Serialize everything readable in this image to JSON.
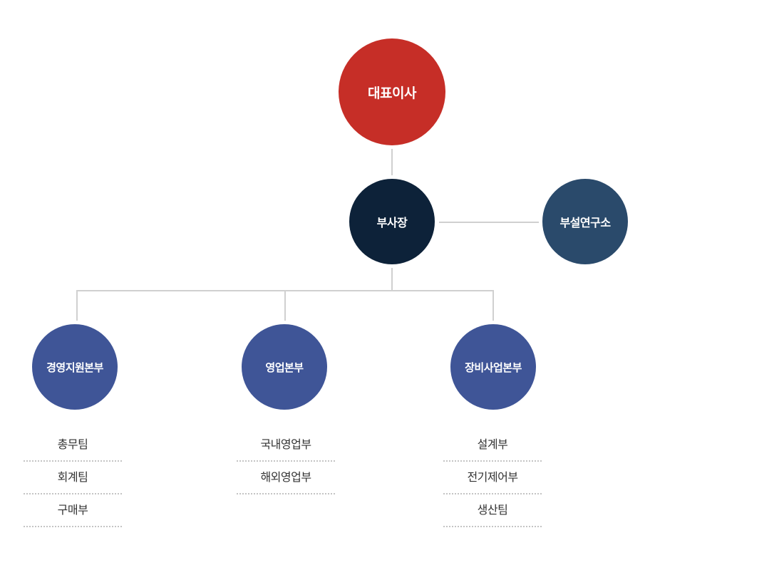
{
  "org": {
    "ceo": "대표이사",
    "vice_president": "부사장",
    "research_lab": "부설연구소",
    "divisions": [
      {
        "name": "경영지원본부",
        "teams": [
          "총무팀",
          "회계팀",
          "구매부"
        ]
      },
      {
        "name": "영업본부",
        "teams": [
          "국내영업부",
          "해외영업부"
        ]
      },
      {
        "name": "장비사업본부",
        "teams": [
          "설계부",
          "전기제어부",
          "생산팀"
        ]
      }
    ]
  },
  "colors": {
    "ceo": "#c62e27",
    "vice_president": "#0d2239",
    "research_lab": "#2a4a6b",
    "division": "#3f5597",
    "connector": "#d0d0d0",
    "team_text": "#333333"
  }
}
